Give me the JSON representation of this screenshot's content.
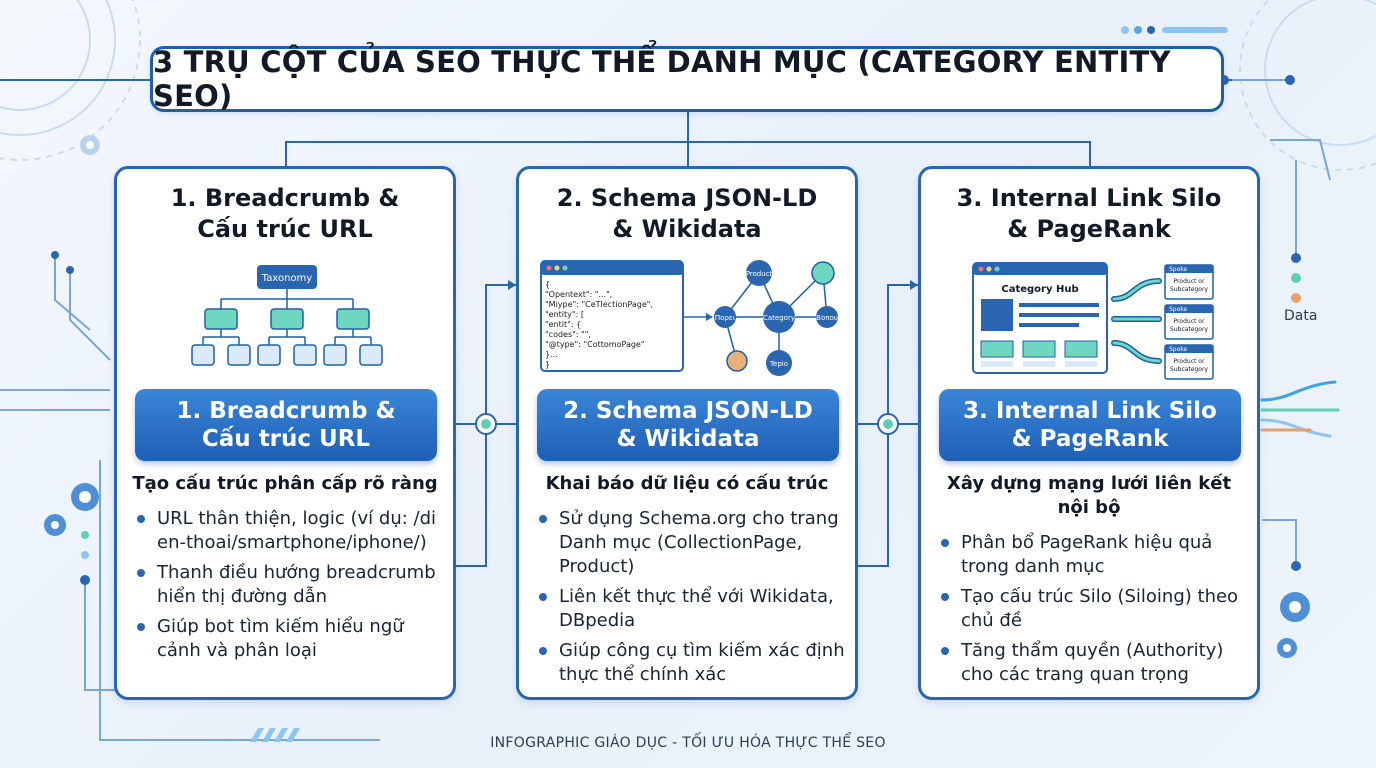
{
  "title": "3 TRỤ CỘT CỦA SEO THỰC THỂ DANH MỤC (CATEGORY ENTITY SEO)",
  "pillars": [
    {
      "title_line1": "1. Breadcrumb &",
      "title_line2": "Cấu trúc URL",
      "banner_line1": "1. Breadcrumb &",
      "banner_line2": "Cấu trúc URL",
      "subhead_line1": "Tạo cấu trúc phân cấp rõ ràng",
      "bullets": [
        "URL thân thiện, logic (ví dụ: /dien-thoai/smartphone/iphone/)",
        "Thanh điều hướng breadcrumb hiển thị đường dẫn",
        "Giúp bot tìm kiếm hiểu ngữ cảnh và phân loại"
      ],
      "diagram": {
        "root": "Taxonomy"
      }
    },
    {
      "title_line1": "2. Schema JSON-LD",
      "title_line2": "& Wikidata",
      "banner_line1": "2. Schema JSON-LD",
      "banner_line2": "& Wikidata",
      "subhead_line1": "Khai báo dữ liệu có cấu trúc",
      "bullets": [
        "Sử dụng Schema.org cho trang Danh mục (CollectionPage, Product)",
        "Liên kết thực thể với Wikidata, DBpedia",
        "Giúp công cụ tìm kiếm xác định thực thể chính xác"
      ],
      "diagram": {
        "code_lines": [
          "{",
          "  \"Opentext\": \"...\",",
          "  \"Miype\": \"CeTlectionPage\",",
          "  \"entity\": [",
          "    \"entit\": {",
          "    \"codes\": \"\",",
          "    \"@type\": \"CottomoPage\"",
          "  }...",
          "}"
        ],
        "graph_center": "Category",
        "graph_top": "Product",
        "graph_left": "Πορει",
        "graph_right": "Βοπου",
        "graph_bottom": "Tepio"
      }
    },
    {
      "title_line1": "3. Internal Link Silo",
      "title_line2": "& PageRank",
      "banner_line1": "3. Internal Link Silo",
      "banner_line2": "& PageRank",
      "subhead_line1": "Xây dựng mạng lưới liên kết",
      "subhead_line2": "nội bộ",
      "bullets": [
        "Phân bổ PageRank hiệu quả trong danh mục",
        "Tạo cấu trúc Silo (Siloing) theo chủ đề",
        "Tăng thẩm quyền (Authority) cho các trang quan trọng"
      ],
      "diagram": {
        "hub": "Category Hub",
        "spokes": [
          {
            "tag": "Spoke",
            "text1": "Product or",
            "text2": "Subcategory"
          },
          {
            "tag": "Spoke",
            "text1": "Product or",
            "text2": "Subcategory"
          },
          {
            "tag": "Spoke",
            "text1": "Product or",
            "text2": "Subcategory"
          }
        ]
      }
    }
  ],
  "side_label": "Data",
  "footer": "INFOGRAPHIC GIÁO DỤC - TỐI ƯU HÓA THỰC THỂ SEO",
  "colors": {
    "primary": "#1f5fa8",
    "teal": "#5fcfb3",
    "light_blue": "#dbeaf8",
    "accent_orange": "#e8a06a"
  }
}
